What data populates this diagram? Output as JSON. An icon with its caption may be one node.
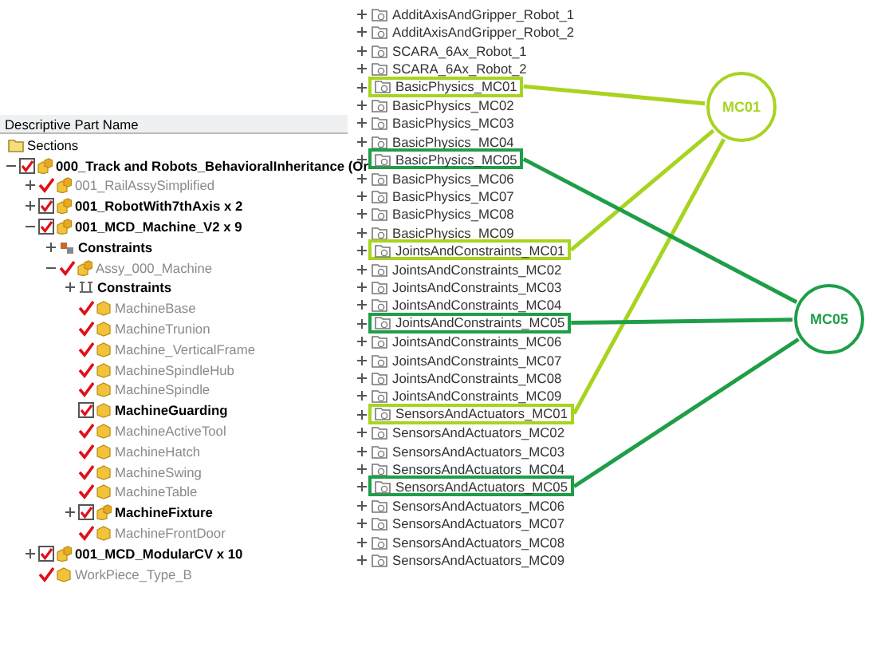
{
  "diagram": {
    "nodes": [
      {
        "text": [
          "AdditAxisAndGripper_Robot_1"
        ]
      },
      {
        "text": [
          "AdditAxisAndGripper_Robot_2"
        ]
      },
      {
        "text": [
          "SCARA_6Ax_Robot_1"
        ]
      },
      {
        "text": [
          "SCARA_6Ax_Robot_2"
        ]
      },
      {
        "text": [
          "BasicPhysics_MC01"
        ]
      },
      {
        "text": [
          "BasicPhysics_MC02"
        ]
      },
      {
        "text": [
          "BasicPhysics_MC03"
        ]
      },
      {
        "text": [
          "BasicPhysics_MC04"
        ]
      },
      {
        "text": [
          "BasicPhysics_MC05"
        ]
      },
      {
        "text": [
          "BasicPhysics_MC06"
        ]
      },
      {
        "text": [
          "BasicPhysics_MC07"
        ]
      },
      {
        "text": [
          "BasicPhysics_MC08"
        ]
      },
      {
        "text": [
          "BasicPhysics_MC09"
        ]
      },
      {
        "text": [
          "JointsAndConstraints_MC01"
        ]
      },
      {
        "text": [
          "JointsAndConstraints_MC02"
        ]
      },
      {
        "text": [
          "JointsAndConstraints_MC03"
        ]
      },
      {
        "text": [
          "JointsAndConstraints_MC04"
        ]
      },
      {
        "text": [
          "JointsAndConstraints_MC05"
        ]
      },
      {
        "text": [
          "JointsAndConstraints_MC06"
        ]
      },
      {
        "text": [
          "JointsAndConstraints_MC07"
        ]
      },
      {
        "text": [
          "JointsAndConstraints_MC08"
        ]
      },
      {
        "text": [
          "JointsAndConstraints_MC09"
        ]
      },
      {
        "text": [
          "SensorsAndActuators_MC01"
        ]
      },
      {
        "text": [
          "SensorsAndActuators_MC02"
        ]
      },
      {
        "text": [
          "SensorsAndActuators_MC03"
        ]
      },
      {
        "text": [
          "SensorsAndActuators_MC04"
        ]
      },
      {
        "text": [
          "SensorsAndActuators_MC05"
        ]
      },
      {
        "text": [
          "SensorsAndActuators_MC06"
        ]
      },
      {
        "text": [
          "SensorsAndActuators_MC07"
        ]
      },
      {
        "text": [
          "SensorsAndActuators_MC08"
        ]
      },
      {
        "text": [
          "SensorsAndActuators_MC09"
        ]
      },
      {
        "text": [
          "MC01"
        ]
      },
      {
        "text": [
          "MC05"
        ]
      }
    ],
    "edges": [
      {
        "from": 31,
        "to": 4,
        "arrow": "none",
        "color": "#a8d420"
      },
      {
        "from": 31,
        "to": 13,
        "arrow": "none",
        "color": "#a8d420"
      },
      {
        "from": 31,
        "to": 22,
        "arrow": "none",
        "color": "#a8d420"
      },
      {
        "from": 32,
        "to": 8,
        "arrow": "none",
        "color": "#1f9e48"
      },
      {
        "from": 32,
        "to": 17,
        "arrow": "none",
        "color": "#1f9e48"
      },
      {
        "from": 32,
        "to": 26,
        "arrow": "none",
        "color": "#1f9e48"
      }
    ],
    "labels": [
      "Descriptive Part Name",
      "Sections",
      "000_Track and Robots_BehavioralInheritance (Or",
      "001_RailAssySimplified",
      "001_RobotWith7thAxis x 2",
      "001_MCD_Machine_V2 x 9",
      "Constraints",
      "Assy_000_Machine",
      "Constraints",
      "MachineBase",
      "MachineTrunion",
      "Machine_VerticalFrame",
      "MachineSpindleHub",
      "MachineSpindle",
      "MachineGuarding",
      "MachineActiveTool",
      "MachineHatch",
      "MachineSwing",
      "MachineTable",
      "MachineFixture",
      "MachineFrontDoor",
      "001_MCD_ModularCV x 10",
      "WorkPiece_Type_B"
    ]
  }
}
